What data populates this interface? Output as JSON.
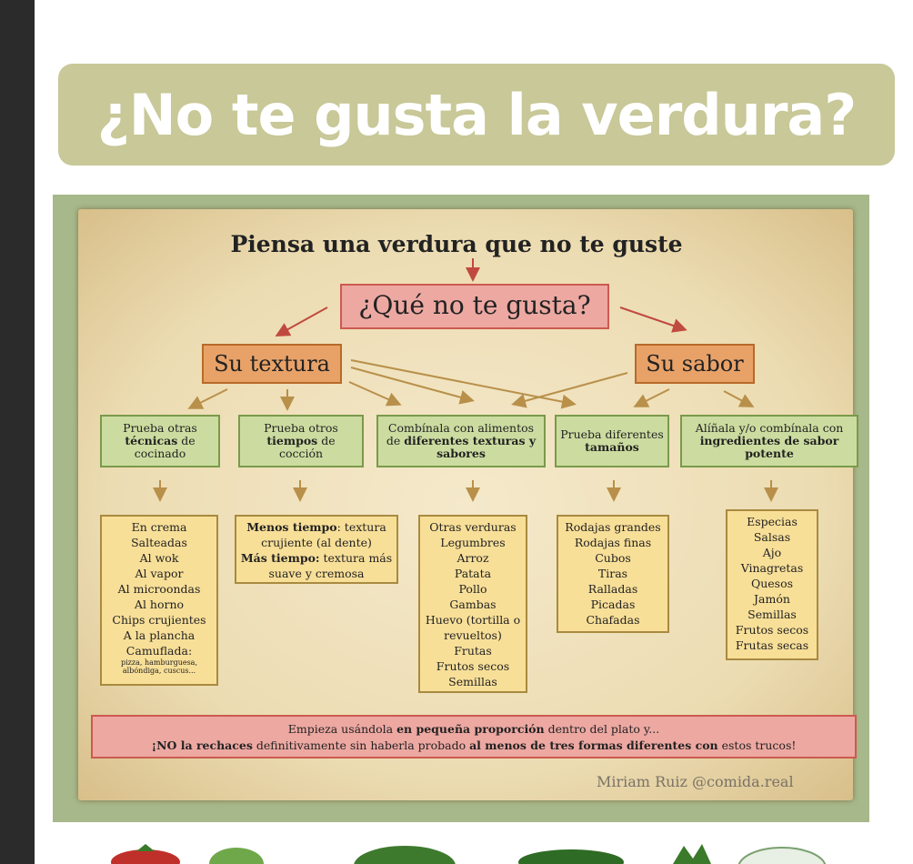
{
  "header": {
    "title": "¿No te gusta la verdura?"
  },
  "chart": {
    "title": "Piensa una verdura que no te guste",
    "question": "¿Qué no te gusta?",
    "branches": {
      "texture": "Su textura",
      "flavor": "Su sabor"
    },
    "tips": [
      {
        "pre": "Prueba otras ",
        "bold": "técnicas",
        "post": " de cocinado"
      },
      {
        "pre": "Prueba otros ",
        "bold": "tiempos",
        "post": " de cocción"
      },
      {
        "pre": "Combínala con alimentos de ",
        "bold": "diferentes texturas y sabores",
        "post": ""
      },
      {
        "pre": "Prueba diferentes ",
        "bold": "tamaños",
        "post": ""
      },
      {
        "pre": "Alíñala y/o combínala con ",
        "bold": "ingredientes de sabor potente",
        "post": ""
      }
    ],
    "col1": {
      "items": [
        "En crema",
        "Salteadas",
        "Al wok",
        "Al vapor",
        "Al microondas",
        "Al horno",
        "Chips crujientes",
        "A la plancha"
      ],
      "last": "Camuflada: ",
      "last_small": "pizza, hamburguesa, albóndiga, cuscus..."
    },
    "col2": {
      "less_bold": "Menos tiempo",
      "less_text": ": textura crujiente (al dente)",
      "more_bold": "Más tiempo:",
      "more_text": " textura más suave y cremosa"
    },
    "col3": {
      "items": [
        "Otras verduras",
        "Legumbres",
        "Arroz",
        "Patata",
        "Pollo",
        "Gambas",
        "Huevo (tortilla o revueltos)",
        "Frutas",
        "Frutos secos",
        "Semillas"
      ]
    },
    "col4": {
      "items": [
        "Rodajas grandes",
        "Rodajas finas",
        "Cubos",
        "Tiras",
        "Ralladas",
        "Picadas",
        "Chafadas"
      ]
    },
    "col5": {
      "items": [
        "Especias",
        "Salsas",
        "Ajo",
        "Vinagretas",
        "Quesos",
        "Jamón",
        "Semillas",
        "Frutos secos",
        "Frutas secas"
      ]
    },
    "bottom": {
      "l1_pre": "Empieza usándola ",
      "l1_bold": "en pequeña proporción",
      "l1_post": " dentro del plato y...",
      "l2_bold1": "¡NO la rechaces",
      "l2_mid": " definitivamente sin haberla probado ",
      "l2_bold2": "al menos de tres formas diferentes con",
      "l2_post": " estos trucos!"
    },
    "signature": "Miriam Ruiz @comida.real"
  },
  "colors": {
    "header": "#c8c898",
    "question": "#eda8a2",
    "branch": "#e8a268",
    "tip": "#ccdca0",
    "list": "#f8df98"
  }
}
